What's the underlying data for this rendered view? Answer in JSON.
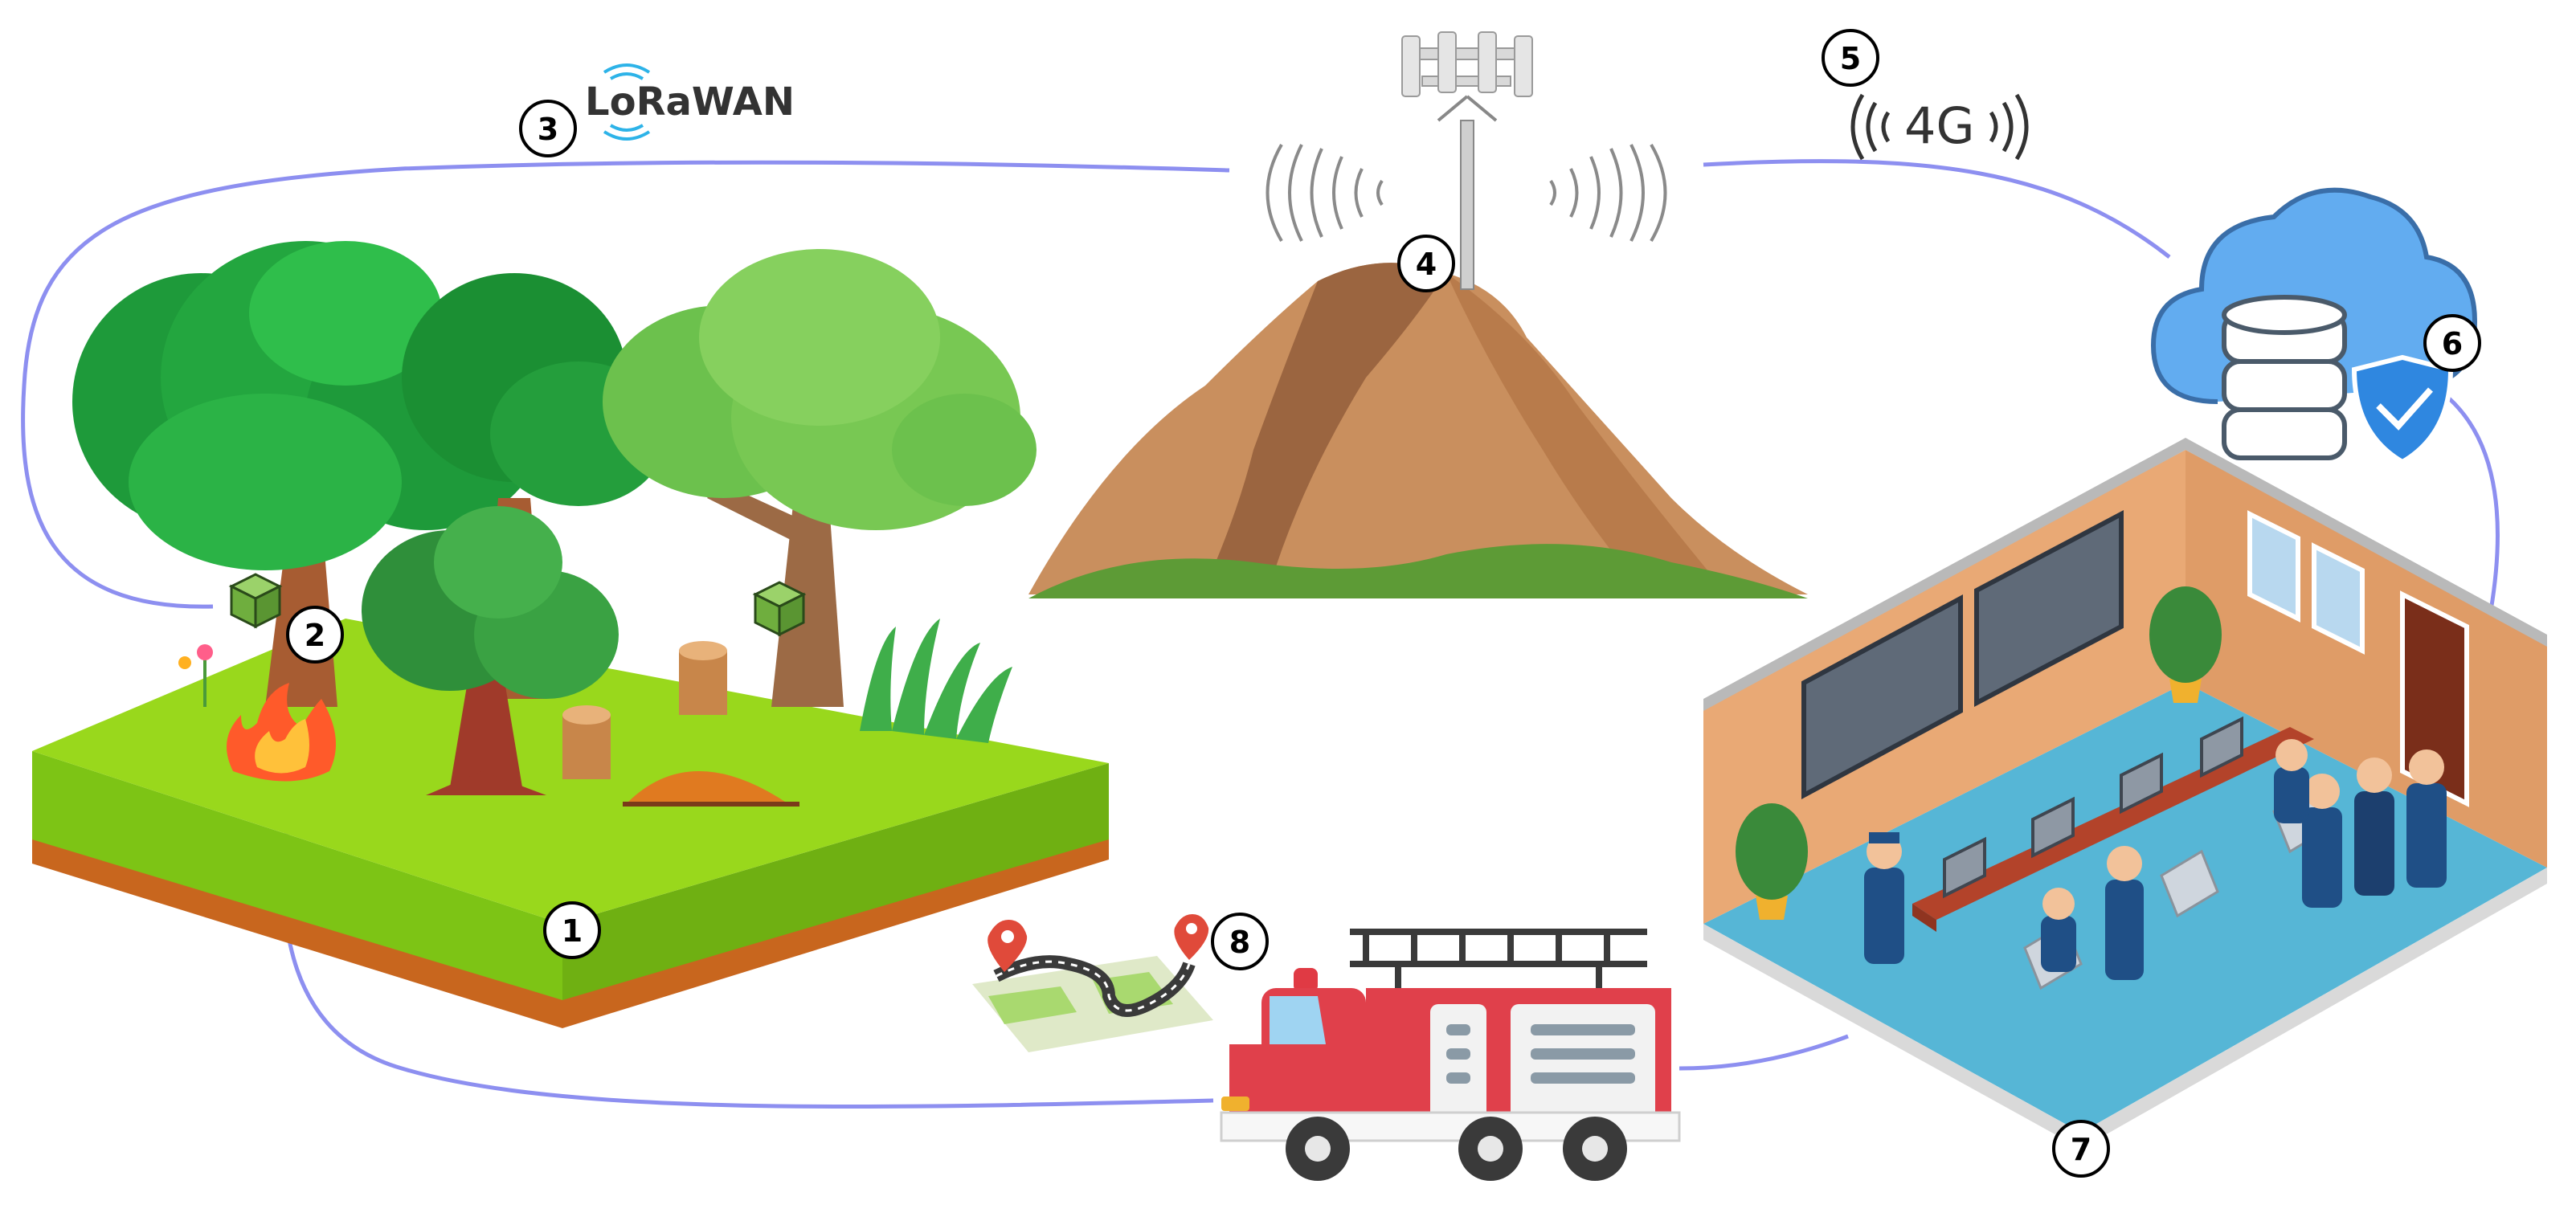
{
  "markers": [
    "1",
    "2",
    "3",
    "4",
    "5",
    "6",
    "7",
    "8"
  ],
  "network_labels": {
    "lorawan": "LoRaWAN",
    "lte": "4G"
  },
  "colors": {
    "link_line": "#8d8ff0",
    "grass_top": "#8fd61a",
    "grass_side": "#6fb012",
    "soil": "#c8661e",
    "mountain": "#c98f5e",
    "mountain_dark": "#9b6540",
    "mountain_base": "#5d9b36",
    "cloud": "#5aa9ef",
    "cloud_dark": "#3a80c9",
    "truck_red": "#e0404b",
    "room_floor": "#56b6d6",
    "room_wall": "#e9a975",
    "fire": "#ff5a2a"
  },
  "icons": {
    "forest": "forest-scene-icon",
    "sensor": "sensor-node-icon",
    "fire": "fire-icon",
    "tower": "cell-tower-icon",
    "cloud": "cloud-database-icon",
    "room": "control-room-icon",
    "truck": "fire-truck-icon",
    "map": "route-map-icon"
  }
}
